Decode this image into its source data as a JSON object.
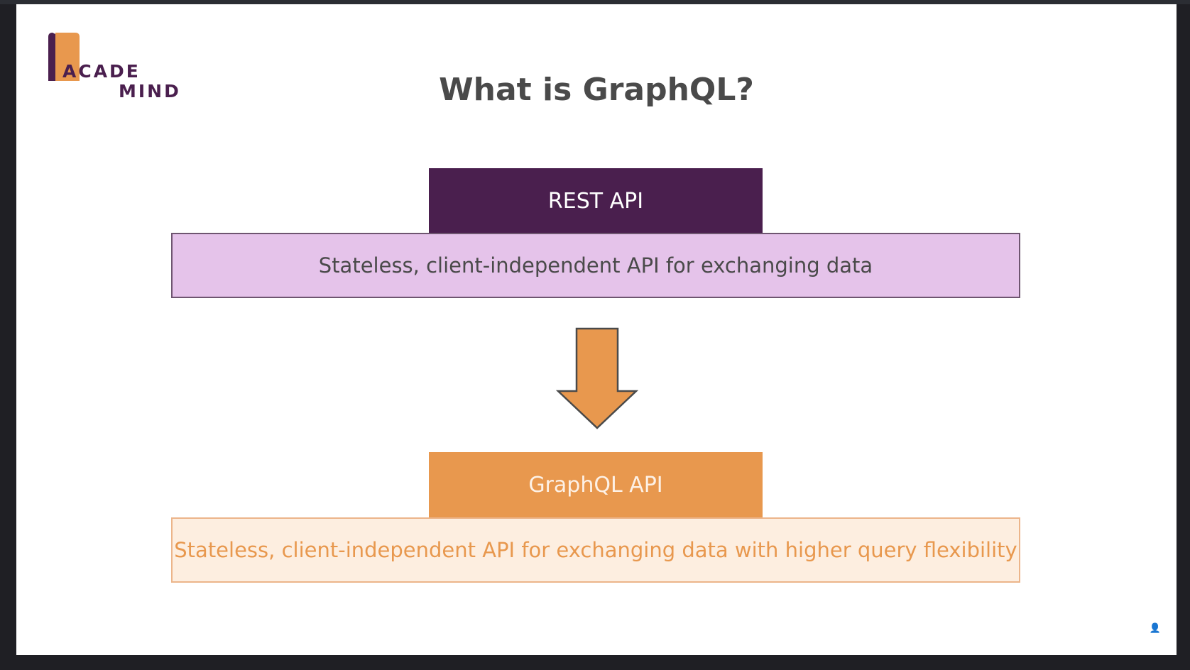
{
  "logo": {
    "line1": "ACADE",
    "line2": "MIND",
    "brand_color": "#4a1f4e",
    "accent_color": "#e8984e"
  },
  "slide": {
    "title": "What is GraphQL?"
  },
  "rest": {
    "label": "REST API",
    "description": "Stateless, client-independent API for exchanging data",
    "header_color": "#4a1f4e",
    "box_color": "#e5c3ea"
  },
  "graphql": {
    "label": "GraphQL API",
    "description": "Stateless, client-independent API for exchanging data with higher query flexibility",
    "header_color": "#e8984e",
    "box_color": "#fdeee0"
  },
  "arrow": {
    "icon": "arrow-down-icon",
    "color": "#e8984e"
  }
}
